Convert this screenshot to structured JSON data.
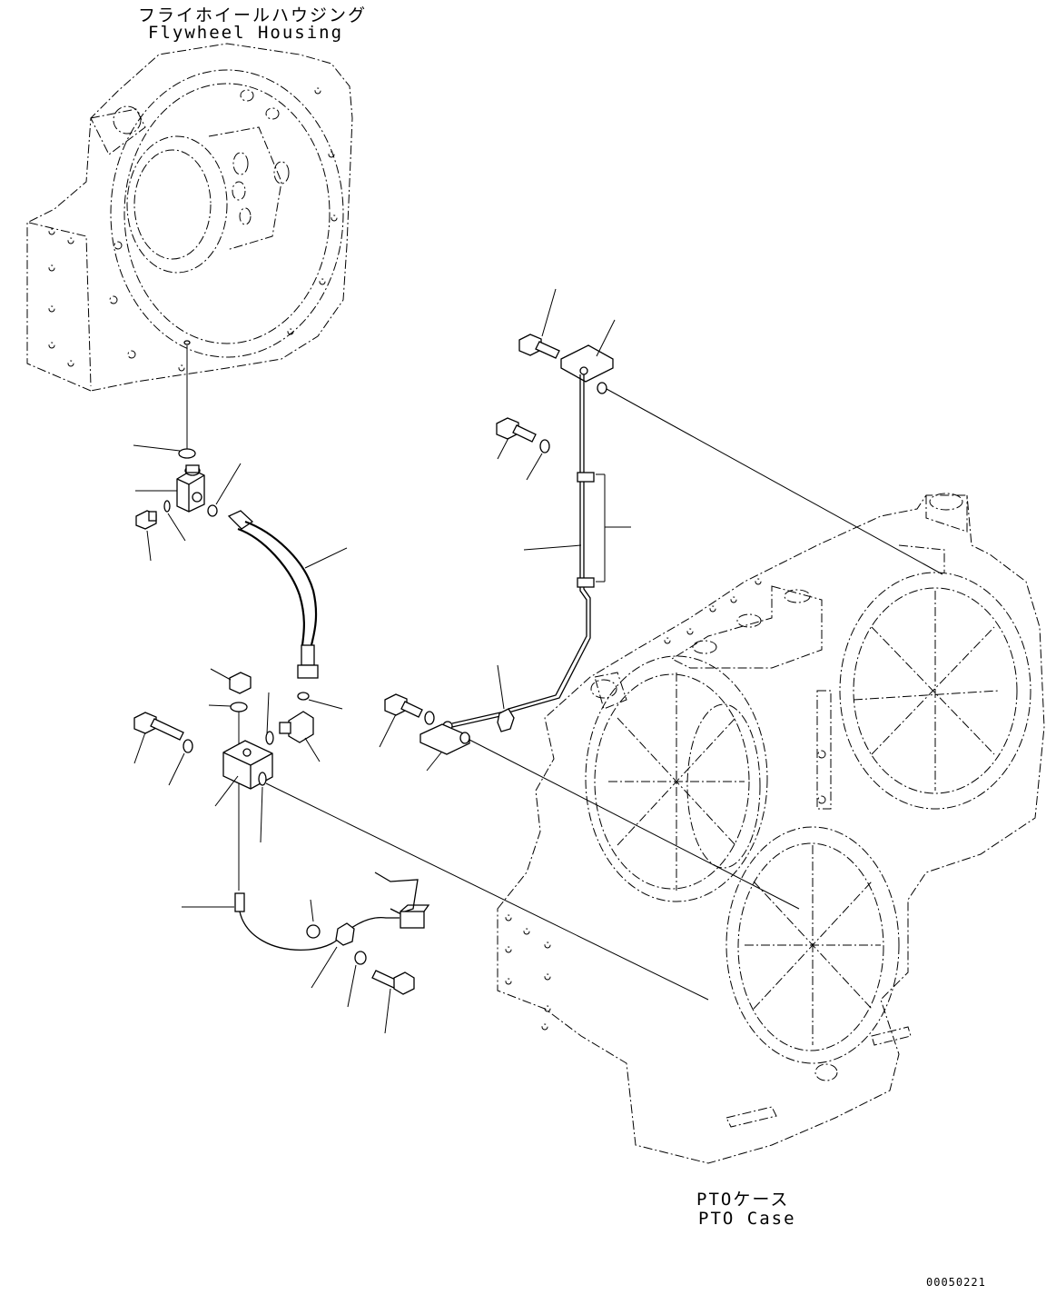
{
  "labels": {
    "flywheel_housing_jp": "フライホイールハウジング",
    "flywheel_housing_en": "Flywheel Housing",
    "pto_case_jp": "PTOケース",
    "pto_case_en": "PTO Case",
    "drawing_number": "00050221"
  },
  "components": [
    "flywheel-housing",
    "pto-case",
    "elbow-fitting",
    "plug",
    "hose",
    "sensor-block",
    "bolt",
    "washer",
    "o-ring",
    "tube-assembly",
    "bracket",
    "clip",
    "wire-harness",
    "connector"
  ]
}
